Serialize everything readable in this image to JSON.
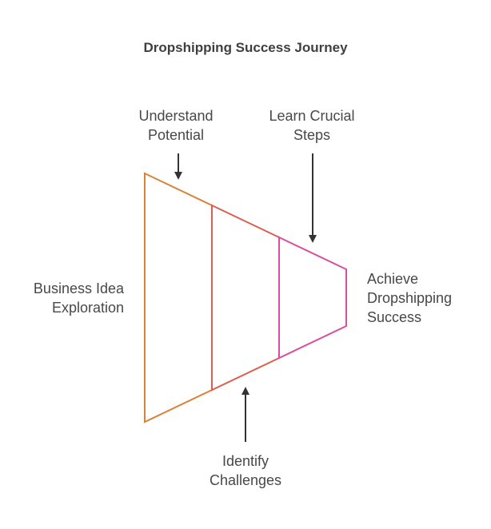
{
  "title": "Dropshipping Success Journey",
  "stages": [
    {
      "id": "business",
      "label": "Business Idea\nExploration",
      "color": "#d9823a"
    },
    {
      "id": "identify",
      "label": "Identify\nChallenges",
      "color": "#d9604f"
    },
    {
      "id": "achieve",
      "label": "Achieve\nDropshipping\nSuccess",
      "color": "#d94f9e"
    }
  ],
  "annotations": [
    {
      "id": "understand",
      "label": "Understand\nPotential"
    },
    {
      "id": "learn",
      "label": "Learn Crucial\nSteps"
    }
  ],
  "colors": {
    "title": "#3f3f3f",
    "text": "#484848",
    "arrow": "#333333"
  }
}
